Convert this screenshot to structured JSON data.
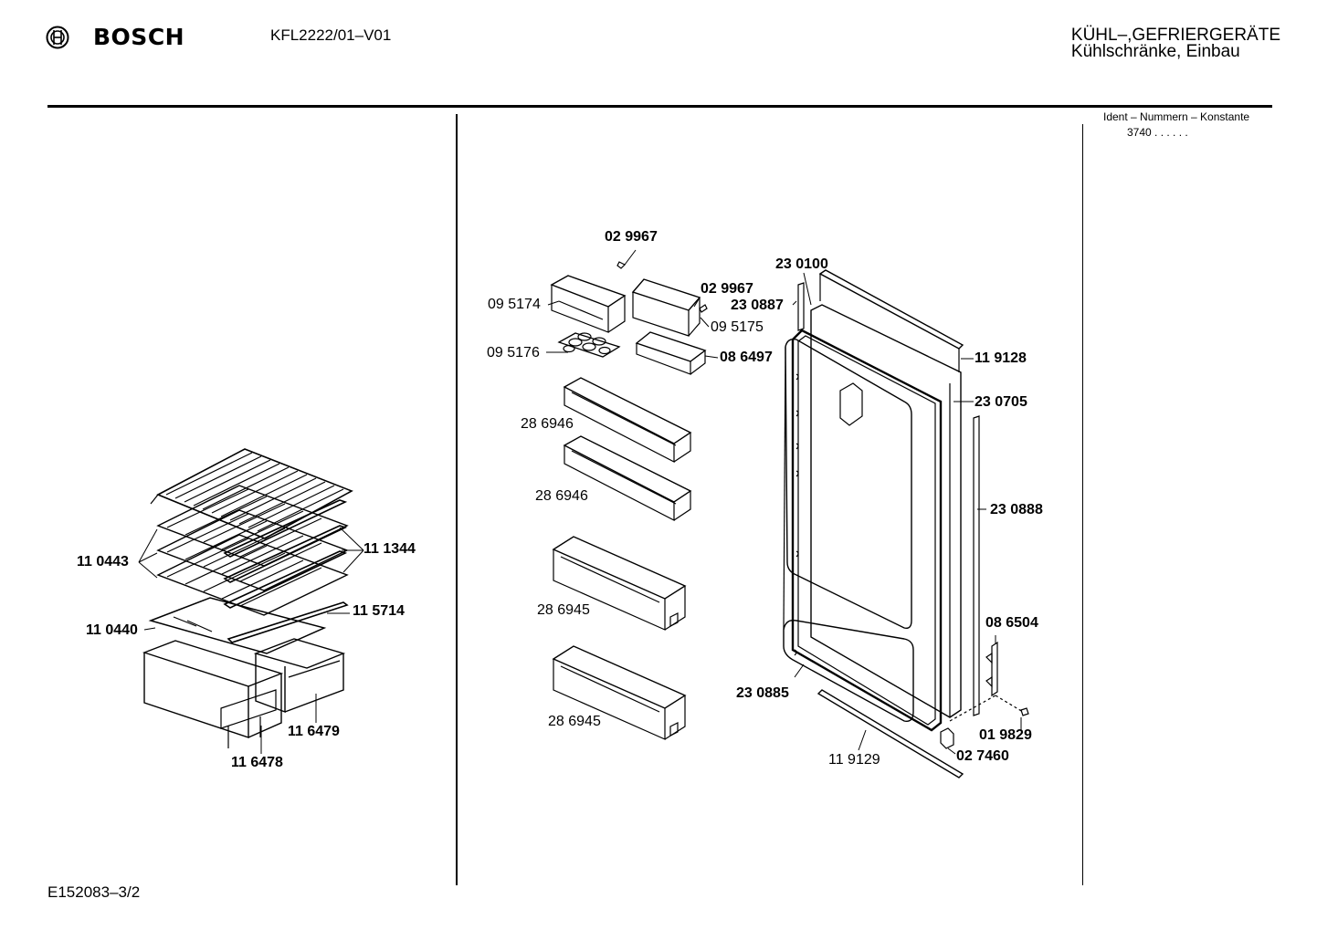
{
  "header": {
    "brand": "BOSCH",
    "model": "KFL2222/01–V01",
    "category_line1": "KÜHL–,GEFRIERGERÄTE",
    "category_line2": "Kühlschränke, Einbau",
    "ident_label": "Ident – Nummern – Konstante",
    "ident_value": "3740 . . . . . ."
  },
  "footer": {
    "code": "E152083–3/2"
  },
  "icons": {
    "brand_mark": "bosch-armature-icon"
  },
  "parts": {
    "p_029967_top": "02 9967",
    "p_230100": "23 0100",
    "p_095174": "09 5174",
    "p_029967_mid": "02 9967",
    "p_230887": "23 0887",
    "p_095175": "09 5175",
    "p_095176": "09 5176",
    "p_086497": "08 6497",
    "p_119128": "11 9128",
    "p_230705": "23 0705",
    "p_286946_a": "28 6946",
    "p_286946_b": "28 6946",
    "p_230888": "23 0888",
    "p_110443": "11 0443",
    "p_111344": "11 1344",
    "p_115714": "11 5714",
    "p_110440": "11 0440",
    "p_286945_a": "28 6945",
    "p_086504": "08 6504",
    "p_230885": "23 0885",
    "p_286945_b": "28 6945",
    "p_116479": "11 6479",
    "p_019829": "01 9829",
    "p_119129": "11 9129",
    "p_027460": "02 7460",
    "p_116478": "11 6478"
  }
}
